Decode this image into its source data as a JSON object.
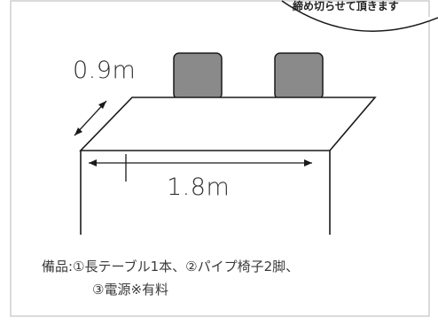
{
  "bubble": {
    "text": "締め切らせて頂きます"
  },
  "dimensions": {
    "depth": "0.9m",
    "width": "1.8m"
  },
  "equipment": {
    "line1": "備品:①長テーブル1本、②パイプ椅子2脚、",
    "line2": "③電源※有料"
  },
  "colors": {
    "chair": "#8a8a8a",
    "stroke": "#1a1a1a",
    "frame": "#cfcfcf"
  }
}
